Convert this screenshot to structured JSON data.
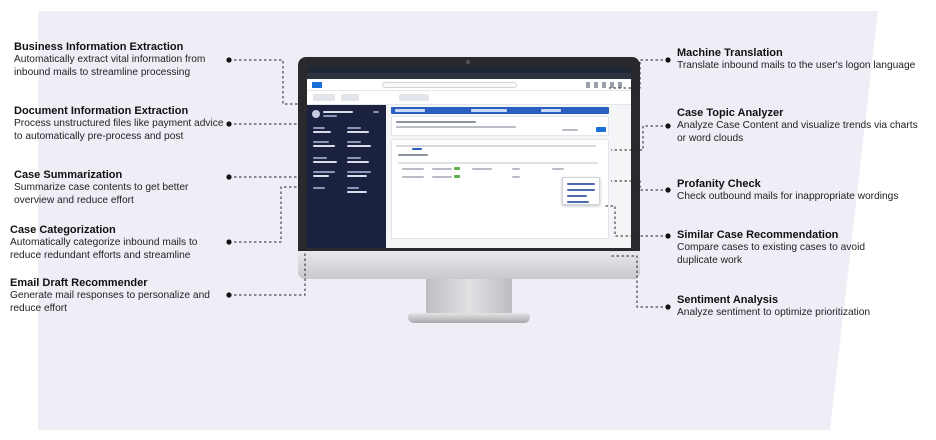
{
  "features_left": [
    {
      "title": "Business Information Extraction",
      "desc": "Automatically extract vital information from inbound mails to streamline processing"
    },
    {
      "title": "Document Information Extraction",
      "desc": "Process unstructured files like payment advice to automatically pre-process and post"
    },
    {
      "title": "Case Summarization",
      "desc": "Summarize case contents to get better overview and reduce effort"
    },
    {
      "title": "Case Categorization",
      "desc": "Automatically categorize inbound mails to reduce redundant efforts and streamline"
    },
    {
      "title": "Email Draft Recommender",
      "desc": "Generate mail responses to personalize and reduce effort"
    }
  ],
  "features_right": [
    {
      "title": "Machine Translation",
      "desc": "Translate inbound mails to the user's logon language"
    },
    {
      "title": "Case Topic Analyzer",
      "desc": "Analyze Case Content and visualize trends via charts or word clouds"
    },
    {
      "title": "Profanity Check",
      "desc": "Check outbound mails for inappropriate wordings"
    },
    {
      "title": "Similar Case Recommendation",
      "desc": "Compare cases to existing cases to avoid duplicate work"
    },
    {
      "title": "Sentiment Analysis",
      "desc": "Analyze sentiment to optimize prioritization"
    }
  ],
  "colors": {
    "background_band": "#eeeff6",
    "connector": "#222222",
    "app_sidebar": "#1b2240",
    "app_accent": "#2a5fc0"
  }
}
